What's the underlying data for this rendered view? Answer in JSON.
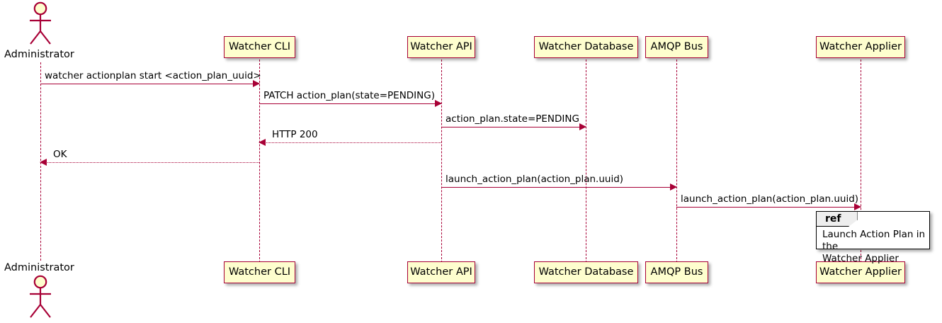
{
  "diagram": {
    "type": "uml-sequence-diagram",
    "title": "",
    "colors": {
      "line": "#A80036",
      "participant_fill": "#FEFECE",
      "participant_border": "#A80036",
      "ref_border": "#000000",
      "ref_tab_fill": "#EEEEEE",
      "background": "#FFFFFF"
    }
  },
  "participants": [
    {
      "id": "administrator",
      "label": "Administrator",
      "kind": "actor"
    },
    {
      "id": "watcher-cli",
      "label": "Watcher CLI",
      "kind": "participant"
    },
    {
      "id": "watcher-api",
      "label": "Watcher API",
      "kind": "participant"
    },
    {
      "id": "watcher-database",
      "label": "Watcher Database",
      "kind": "participant"
    },
    {
      "id": "amqp-bus",
      "label": "AMQP Bus",
      "kind": "participant"
    },
    {
      "id": "watcher-applier",
      "label": "Watcher Applier",
      "kind": "participant"
    }
  ],
  "messages": [
    {
      "n": 1,
      "from": "administrator",
      "to": "watcher-cli",
      "label": "watcher actionplan start <action_plan_uuid>",
      "style": "solid"
    },
    {
      "n": 2,
      "from": "watcher-cli",
      "to": "watcher-api",
      "label": "PATCH action_plan(state=PENDING)",
      "style": "solid"
    },
    {
      "n": 3,
      "from": "watcher-api",
      "to": "watcher-database",
      "label": "action_plan.state=PENDING",
      "style": "solid"
    },
    {
      "n": 4,
      "from": "watcher-api",
      "to": "watcher-cli",
      "label": "HTTP 200",
      "style": "dotted"
    },
    {
      "n": 5,
      "from": "watcher-cli",
      "to": "administrator",
      "label": "OK",
      "style": "dotted"
    },
    {
      "n": 6,
      "from": "watcher-api",
      "to": "amqp-bus",
      "label": "launch_action_plan(action_plan.uuid)",
      "style": "solid"
    },
    {
      "n": 7,
      "from": "amqp-bus",
      "to": "watcher-applier",
      "label": "launch_action_plan(action_plan.uuid)",
      "style": "solid"
    }
  ],
  "ref_fragment": {
    "keyword": "ref",
    "text": "Launch Action Plan in the\nWatcher Applier",
    "over": "watcher-applier"
  }
}
